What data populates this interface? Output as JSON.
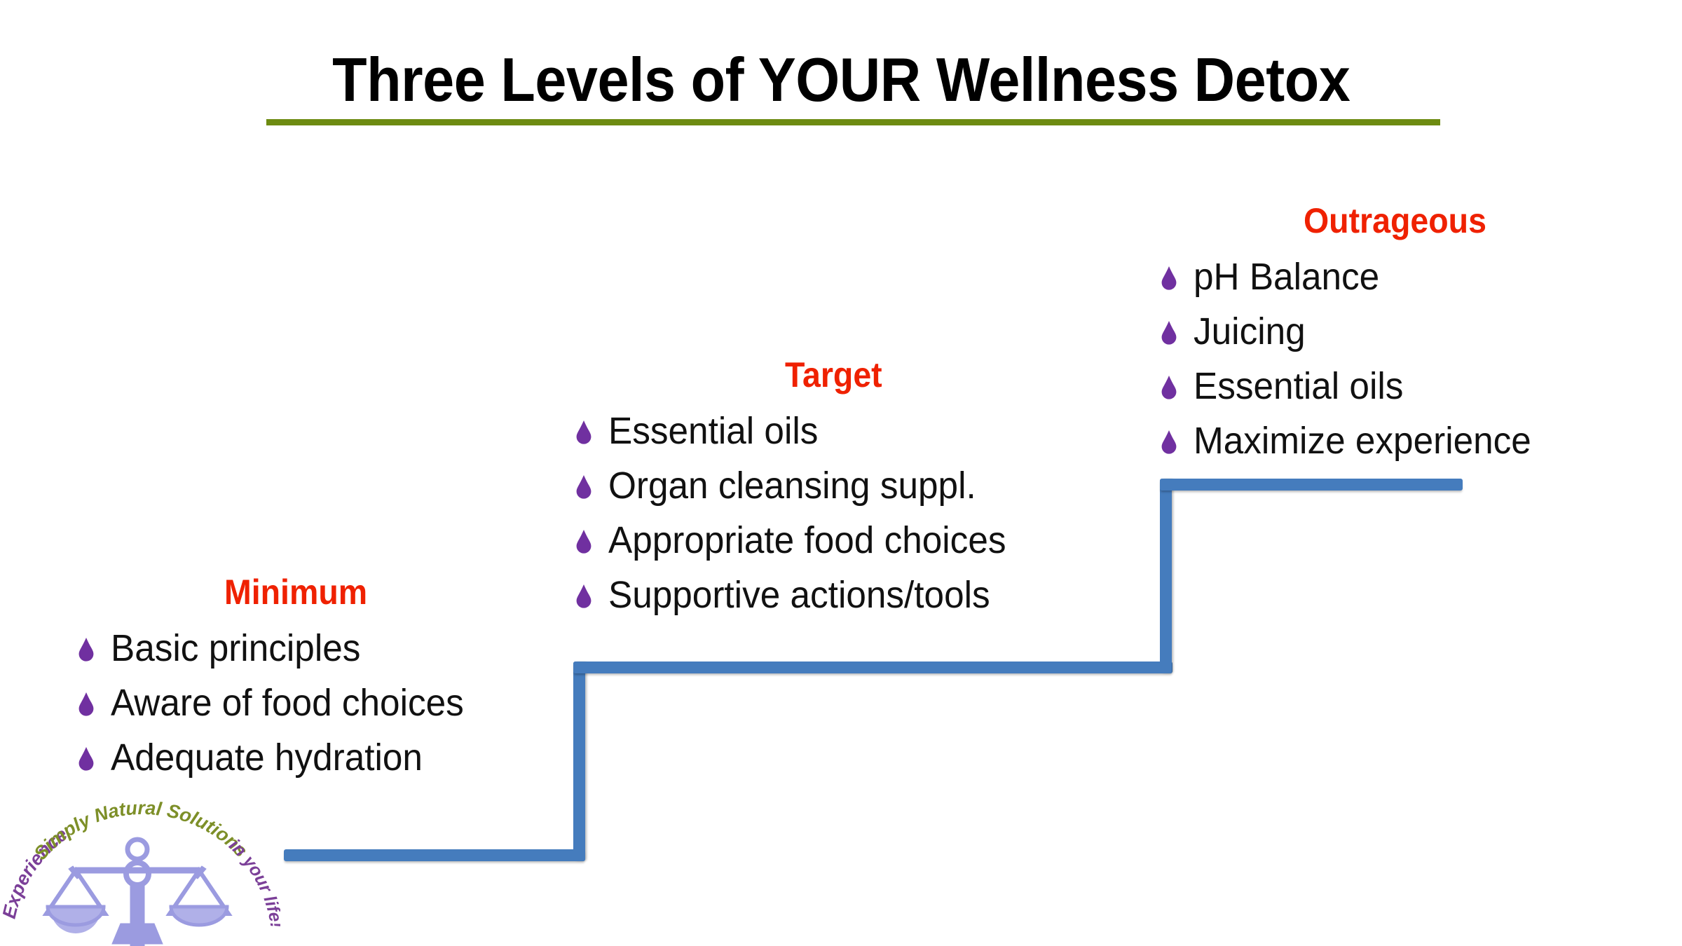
{
  "slide": {
    "title": "Three Levels of YOUR Wellness Detox",
    "accent_underline_color": "#6d8b11",
    "heading_color": "#ef2100",
    "bullet_color": "#7030A0",
    "step_line_color": "#457cbd",
    "background_color": "#ffffff"
  },
  "levels": [
    {
      "name": "minimum",
      "heading": "Minimum",
      "items": [
        "Basic principles",
        "Aware of food choices",
        "Adequate hydration"
      ]
    },
    {
      "name": "target",
      "heading": "Target",
      "items": [
        "Essential oils",
        "Organ cleansing suppl.",
        "Appropriate food choices",
        "Supportive actions/tools"
      ]
    },
    {
      "name": "outrageous",
      "heading": "Outrageous",
      "items": [
        "pH Balance",
        "Juicing",
        "Essential oils",
        "Maximize experience"
      ]
    }
  ],
  "logo": {
    "text_top": "Simply Natural Solutions",
    "text_left": "Experience",
    "text_right": "in your life!",
    "icon": "balance-scale",
    "green_color": "#7d8f28",
    "purple_color": "#7b3f98",
    "scale_color": "#9b9be0"
  }
}
